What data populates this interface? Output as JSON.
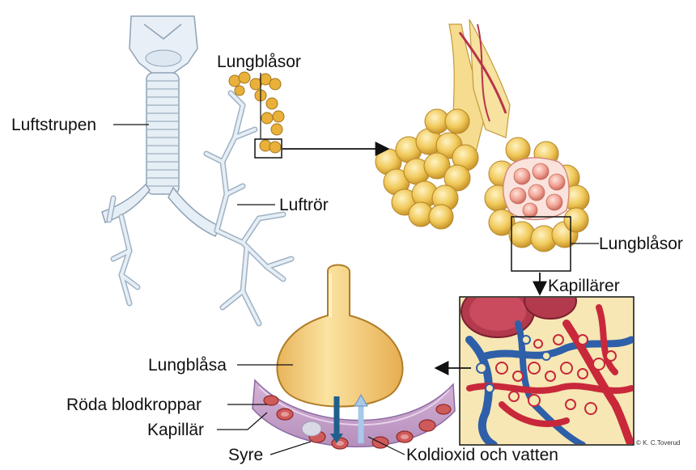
{
  "labels": {
    "lungblasor_top": "Lungblåsor",
    "luftstrupen": "Luftstrupen",
    "luftror": "Luftrör",
    "lungblasor_right": "Lungblåsor",
    "kapillarer": "Kapillärer",
    "lungblasa": "Lungblåsa",
    "roda_blodkroppar": "Röda blodkroppar",
    "kapillar": "Kapillär",
    "syre": "Syre",
    "koldioxid": "Koldioxid och vatten"
  },
  "credit": "© K. C.Toverud",
  "colors": {
    "airway": "#e6eef6",
    "airway_stroke": "#8fa2b5",
    "alveoli": "#f2cf6a",
    "alveoli_dark": "#c99628",
    "alveoli_pink": "#f3b3a8",
    "blood_red": "#c8283a",
    "vein_blue": "#2f5fa8",
    "sac": "#f7d98b",
    "oxygen_arrow": "#1f5f8b",
    "co2_arrow": "#a7c9ea"
  }
}
